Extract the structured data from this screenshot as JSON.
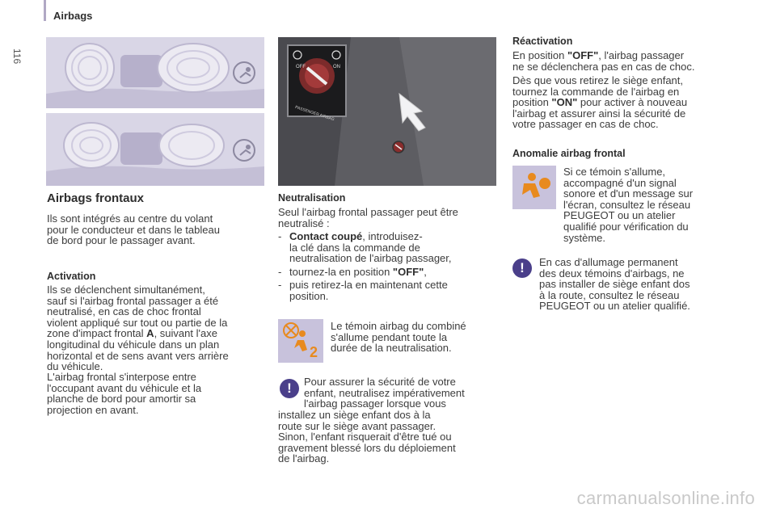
{
  "header": {
    "section": "Airbags",
    "page_number": "116"
  },
  "left": {
    "heading": "Airbags frontaux",
    "intro": [
      "Ils sont intégrés au centre du volant",
      "pour le conducteur et dans le tableau",
      "de bord pour le passager avant."
    ],
    "activation_title": "Activation",
    "activation_p1": [
      "Ils se déclenchent simultanément,",
      "sauf si l'airbag frontal passager a été",
      "neutralisé, en cas de choc frontal",
      "violent appliqué sur tout ou partie de la"
    ],
    "activation_p1_zone_before": "zone d'impact frontal ",
    "activation_p1_zone_bold": "A",
    "activation_p1_zone_after": ", suivant l'axe",
    "activation_p1_rest": [
      "longitudinal du véhicule dans un plan",
      "horizontal et de sens avant vers arrière",
      "du véhicule."
    ],
    "activation_p2": [
      "L'airbag frontal s'interpose entre",
      "l'occupant avant du véhicule et la",
      "planche de bord pour amortir sa",
      "projection en avant."
    ]
  },
  "middle": {
    "photo_switch_labels": {
      "off": "OFF",
      "on": "ON",
      "caption": "PASSENGER AIRBAG"
    },
    "neutralisation_title": "Neutralisation",
    "neutralisation_intro": [
      "Seul l'airbag frontal passager peut être",
      "neutralisé :"
    ],
    "step1_bold": "Contact coupé",
    "step1_rest": ", introduisez-",
    "step1_lines": [
      "la clé dans la commande de",
      "neutralisation de l'airbag passager,"
    ],
    "step2_before": "tournez-la en position ",
    "step2_bold": "\"OFF\"",
    "step2_after": ",",
    "step3": [
      "puis retirez-la en maintenant cette",
      "position."
    ],
    "dash": "-",
    "indicator_text": [
      "Le témoin airbag du combiné",
      "s'allume pendant toute la",
      "durée de la neutralisation."
    ],
    "warning_text": [
      "Pour assurer la sécurité de votre",
      "enfant, neutralisez impérativement",
      "l'airbag passager lorsque vous"
    ],
    "warning_text_full": [
      "installez un siège enfant dos à la",
      "route sur le siège avant passager.",
      "Sinon, l'enfant risquerait d'être tué ou",
      "gravement blessé lors du déploiement",
      "de l'airbag."
    ]
  },
  "right": {
    "reactivation_title": "Réactivation",
    "react_p1_before": "En position ",
    "react_p1_bold": "\"OFF\"",
    "react_p1_after": ", l'airbag passager",
    "react_p1_line2": "ne se déclenchera pas en cas de choc.",
    "react_p2_lines": [
      "Dès que vous retirez le siège enfant,",
      "tournez la commande de l'airbag en"
    ],
    "react_p2_pos_before": "position ",
    "react_p2_pos_bold": "\"ON\"",
    "react_p2_pos_after": " pour activer à nouveau",
    "react_p2_rest": [
      "l'airbag et assurer ainsi la sécurité de",
      "votre passager en cas de choc."
    ],
    "anomalie_title": "Anomalie airbag frontal",
    "anomalie_text": [
      "Si ce témoin s'allume,",
      "accompagné d'un signal",
      "sonore et d'un message sur",
      "l'écran, consultez le réseau",
      "PEUGEOT ou un atelier",
      "qualifié pour vérification du",
      "système."
    ],
    "warning2_text": [
      "En cas d'allumage permanent",
      "des deux témoins d'airbags, ne",
      "pas installer de siège enfant dos",
      "à la route, consultez le réseau",
      "PEUGEOT ou un atelier qualifié."
    ]
  },
  "warning_glyph": "!",
  "footer": {
    "watermark": "carmanualsonline.info"
  },
  "colors": {
    "accent": "#4a3f8a",
    "panel": "#d9d6e6",
    "icon_bg": "#c8c2dc",
    "icon_orange": "#e88a1e"
  }
}
